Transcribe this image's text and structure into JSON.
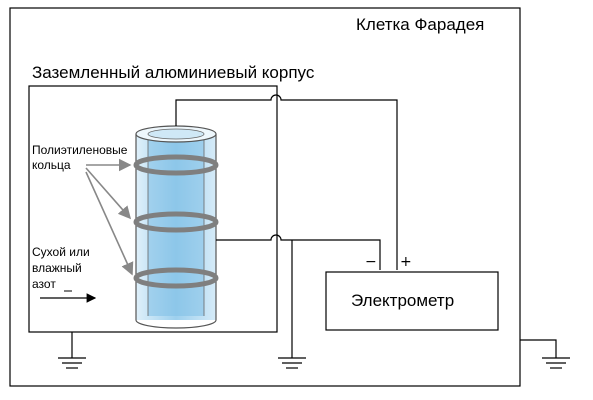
{
  "labels": {
    "faraday_cage": "Клетка Фарадея",
    "grounded_housing": "Заземленный алюминиевый корпус",
    "rings_line1": "Полиэтиленовые",
    "rings_line2": "кольца",
    "gas_line1": "Сухой или",
    "gas_line2": "влажный",
    "gas_line3": "азот",
    "electrometer": "Электрометр",
    "minus": "−",
    "plus": "+"
  },
  "colors": {
    "line": "#000000",
    "cylinder_fill": "#a9d6ef",
    "cylinder_core": "#7fbfe6",
    "ring": "#7f7f7f",
    "arrow": "#888888",
    "electrometer_fill": "#ffffff"
  },
  "icons": [
    "ground-symbol"
  ]
}
